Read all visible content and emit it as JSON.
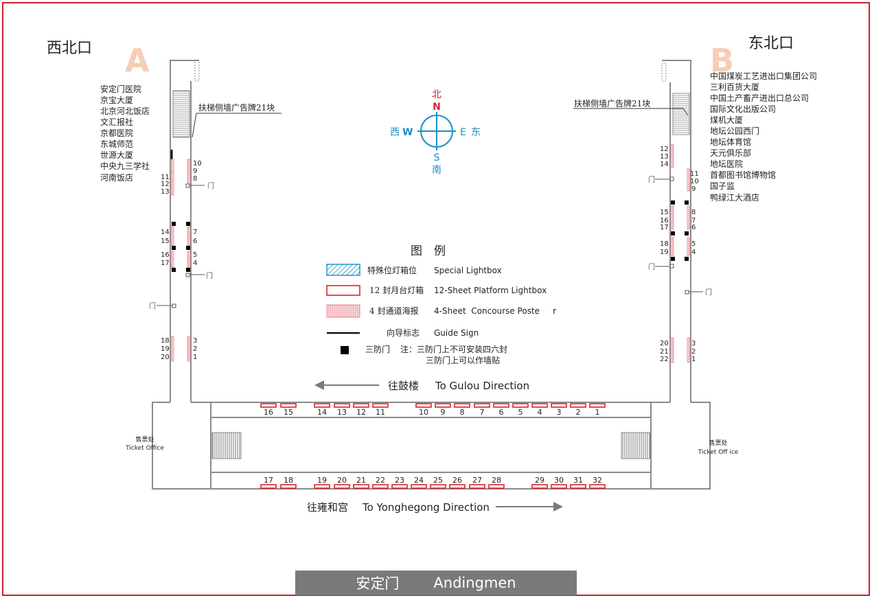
{
  "colors": {
    "frame": "#c8202f",
    "wall": "#8a8a8a",
    "exit_letter": "#f6cdb6",
    "compass_blue": "#1a8fc8",
    "compass_red": "#d8232a",
    "lightbox_12": "#d8232a",
    "poster_4": "#f2aeb4",
    "guide_sign": "#111111",
    "fire_door": "#000000",
    "bottom_bar": "#7a7a7a"
  },
  "exits": {
    "west": {
      "letter": "A",
      "name": "西北口",
      "destinations": [
        "安定门医院",
        "京宝大厦",
        "北京河北饭店",
        "文汇报社",
        "京都医院",
        "东城师范",
        "世源大厦",
        "中央九三学社",
        "河南饭店"
      ],
      "escalator_label": "扶梯侧墙广告牌21块",
      "ticket_zh": "售票处",
      "ticket_en": "Ticket Office"
    },
    "east": {
      "letter": "B",
      "name": "东北口",
      "destinations": [
        "中国煤炭工艺进出口集团公司",
        "三利百货大厦",
        "中国土产畜产进出口总公司",
        "国际文化出版公司",
        "煤机大厦",
        "地坛公园西门",
        "地坛体育馆",
        "天元俱乐部",
        "地坛医院",
        "首都图书馆博物馆",
        "国子监",
        "鸭绿江大酒店"
      ],
      "escalator_label": "扶梯侧墙广告牌21块",
      "ticket_zh": "售票处",
      "ticket_en": "Ticket Off ice"
    }
  },
  "compass": {
    "north_zh": "北",
    "north_en": "N",
    "south_zh": "南",
    "south_en": "S",
    "west_zh": "西",
    "west_en": "W",
    "east_zh": "东",
    "east_en": "E"
  },
  "legend": {
    "title": "图　例",
    "special": {
      "zh": "特殊位灯箱位",
      "en": "Special Lightbox"
    },
    "sheet12": {
      "zh": "12 封月台灯箱",
      "en": "12-Sheet Platform Lightbox"
    },
    "sheet4": {
      "zh": "4 封通道海报",
      "en": "4-Sheet  Concourse Poste     r"
    },
    "guide": {
      "zh": "向导标志",
      "en": "Guide Sign"
    },
    "firedoor": {
      "zh": "三防门",
      "note1": "注：三防门上不可安装四六封",
      "note2": "三防门上可以作墙贴"
    }
  },
  "directions": {
    "gulou_zh": "往鼓楼",
    "gulou_en": "To Gulou Direction",
    "yonghegong_zh": "往雍和宫",
    "yonghegong_en": "To Yonghegong Direction"
  },
  "door_label": "门",
  "platform": {
    "top_row": [
      "16",
      "15",
      "14",
      "13",
      "12",
      "11",
      "10",
      "9",
      "8",
      "7",
      "6",
      "5",
      "4",
      "3",
      "2",
      "1"
    ],
    "bottom_row": [
      "17",
      "18",
      "19",
      "20",
      "21",
      "22",
      "23",
      "24",
      "25",
      "26",
      "27",
      "28",
      "29",
      "30",
      "31",
      "32"
    ]
  },
  "west_corridor": {
    "left_numbers": [
      "11",
      "12",
      "13",
      "14",
      "15",
      "16",
      "17",
      "18",
      "19",
      "20"
    ],
    "right_numbers": [
      "10",
      "9",
      "8",
      "7",
      "6",
      "5",
      "4",
      "3",
      "2",
      "1"
    ]
  },
  "east_corridor": {
    "left_numbers": [
      "12",
      "13",
      "14",
      "15",
      "16",
      "17",
      "18",
      "19",
      "20",
      "21",
      "22"
    ],
    "right_numbers": [
      "11",
      "10",
      "9",
      "8",
      "7",
      "6",
      "5",
      "4",
      "3",
      "2",
      "1"
    ]
  },
  "station": {
    "zh": "安定门",
    "en": "Andingmen"
  }
}
